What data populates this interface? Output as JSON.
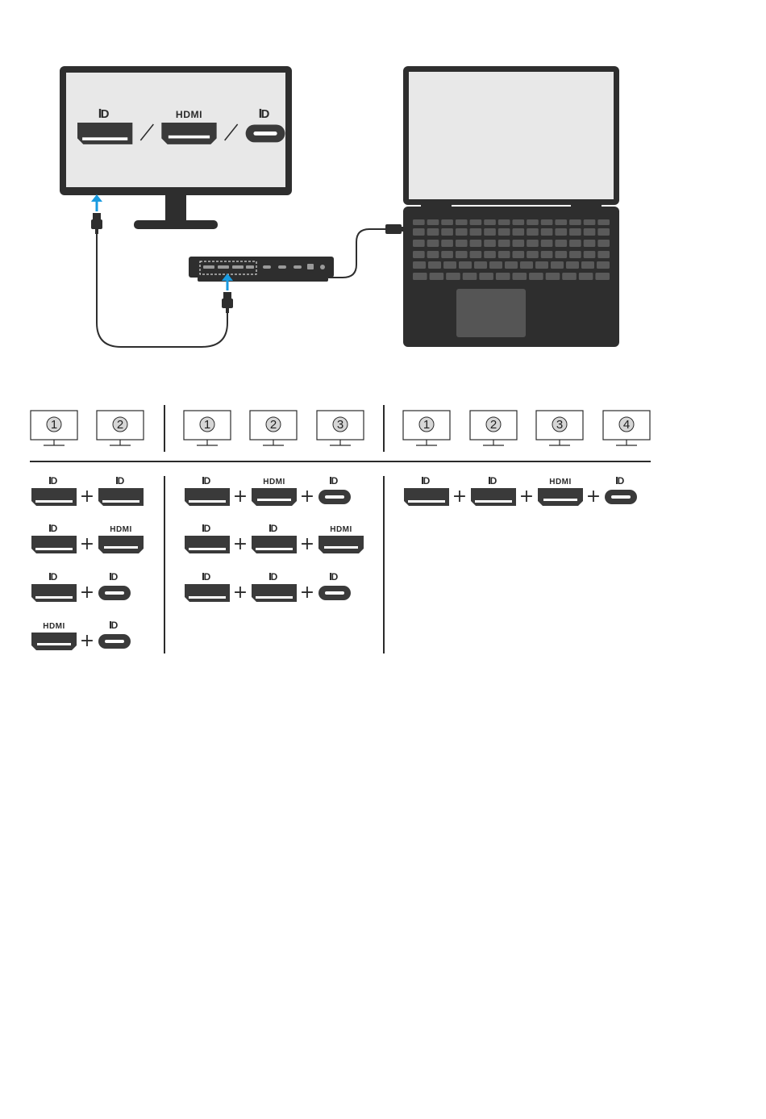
{
  "port_labels": {
    "dp": "D",
    "hdmi": "HDMI"
  },
  "separator_plus": "+",
  "separator_or": "/",
  "monitor_groups": [
    {
      "monitors": [
        "1",
        "2"
      ]
    },
    {
      "monitors": [
        "1",
        "2",
        "3"
      ]
    },
    {
      "monitors": [
        "1",
        "2",
        "3",
        "4"
      ]
    }
  ],
  "combinations": [
    [
      [
        "dp",
        "dp"
      ],
      [
        "dp",
        "hdmi"
      ],
      [
        "dp",
        "usbc"
      ],
      [
        "hdmi",
        "usbc"
      ]
    ],
    [
      [
        "dp",
        "hdmi",
        "usbc"
      ],
      [
        "dp",
        "dp",
        "hdmi"
      ],
      [
        "dp",
        "dp",
        "usbc"
      ]
    ],
    [
      [
        "dp",
        "dp",
        "hdmi",
        "usbc"
      ]
    ]
  ],
  "monitor_ports": [
    "dp",
    "hdmi",
    "usbc"
  ],
  "colors": {
    "port_fill": "#3a3a3a",
    "arrow": "#1a9be0",
    "screen": "#e8e8e8",
    "laptop_body": "#2e2e2e"
  },
  "icons": {
    "dp": "displayport-icon",
    "hdmi": "hdmi-icon",
    "usbc": "usb-c-icon",
    "arrow": "up-arrow-icon"
  }
}
